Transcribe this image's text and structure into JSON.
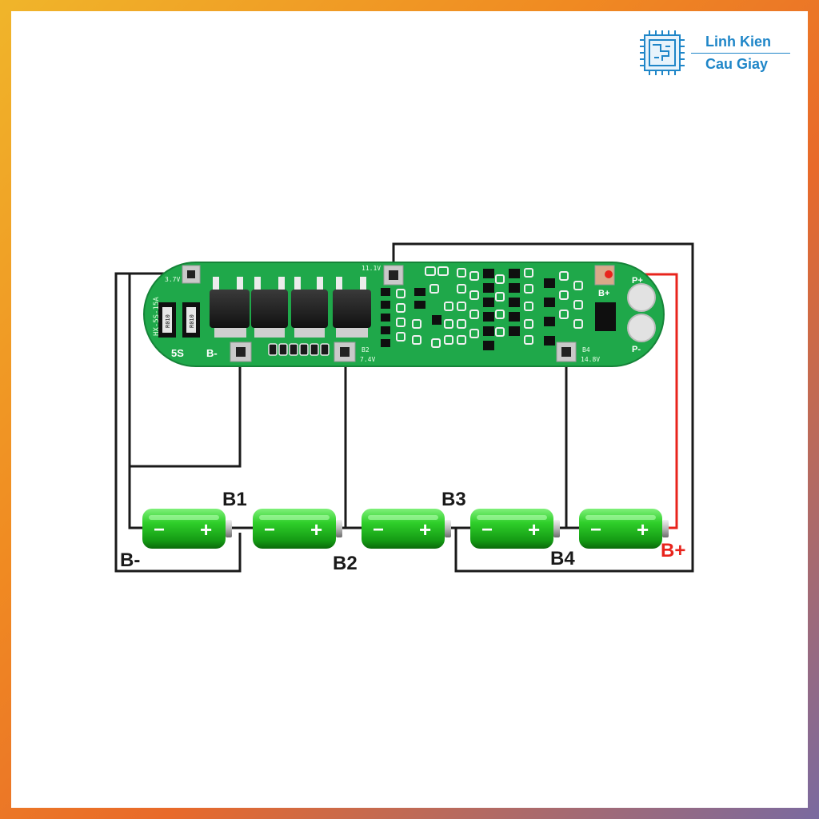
{
  "brand": {
    "line1": "Linh Kien",
    "line2": "Cau Giay",
    "color": "#1f86c8"
  },
  "board": {
    "model_text": "HX-5S-15A",
    "cell_count_label": "5S",
    "pad_b_minus": "B-",
    "pad_b2": "B2",
    "pad_b4": "B4",
    "pad_b_plus": "B+",
    "pad_p_plus": "P+",
    "pad_p_minus": "P-",
    "voltage_b1": "3.7V",
    "voltage_b2": "7.4V",
    "voltage_b3": "11.1V",
    "voltage_b4": "14.8V",
    "resistor_mark": "R010",
    "color": "#1fa84a"
  },
  "cells": [
    {
      "neg": "−",
      "pos": "+"
    },
    {
      "neg": "−",
      "pos": "+"
    },
    {
      "neg": "−",
      "pos": "+"
    },
    {
      "neg": "−",
      "pos": "+"
    },
    {
      "neg": "−",
      "pos": "+"
    }
  ],
  "labels": {
    "b_minus": "B-",
    "b1": "B1",
    "b2": "B2",
    "b3": "B3",
    "b4": "B4",
    "b_plus": "B+"
  },
  "colors": {
    "wire": "#1a1a1a",
    "positive_wire": "#e8241c",
    "cell": "#2ecc2e"
  }
}
